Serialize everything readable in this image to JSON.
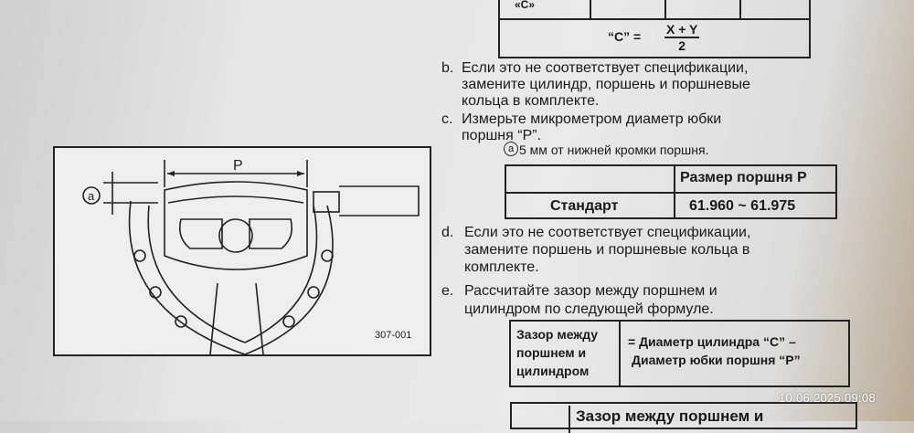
{
  "top_table": {
    "row_label": "«C»",
    "formula_lhs": "“C” =",
    "formula_num": "X + Y",
    "formula_den": "2"
  },
  "steps": {
    "b_letter": "b.",
    "b_line1": "Если это не соответствует спецификации,",
    "b_line2": "замените цилиндр, поршень и поршневые",
    "b_line3": "кольца в комплекте.",
    "c_letter": "c.",
    "c_line1": "Измерьте микрометром диаметр юбки",
    "c_line2": "поршня “P”.",
    "c_note": "5 мм от нижней кромки поршня.",
    "d_letter": "d.",
    "d_line1": "Если это не соответствует спецификации,",
    "d_line2": "замените поршень и поршневые кольца в",
    "d_line3": "комплекте.",
    "e_letter": "e.",
    "e_line1": "Рассчитайте зазор между поршнем и",
    "e_line2": "цилиндром по следующей формуле."
  },
  "spec_table": {
    "header": "Размер поршня P",
    "row_label": "Стандарт",
    "row_value": "61.960 ~ 61.975"
  },
  "clearance_box": {
    "label_line1": "Зазор между",
    "label_line2": "поршнем и",
    "label_line3": "цилиндром",
    "formula_line1": "= Диаметр цилиндра “C” –",
    "formula_line2": "Диаметр юбки поршня “P”"
  },
  "bottom_heading": "Зазор между поршнем и",
  "figure": {
    "dim_p": "P",
    "dim_a": "a",
    "fig_number": "307-001",
    "note_marker": "a"
  },
  "timestamp": "10.06.2025 09:08"
}
